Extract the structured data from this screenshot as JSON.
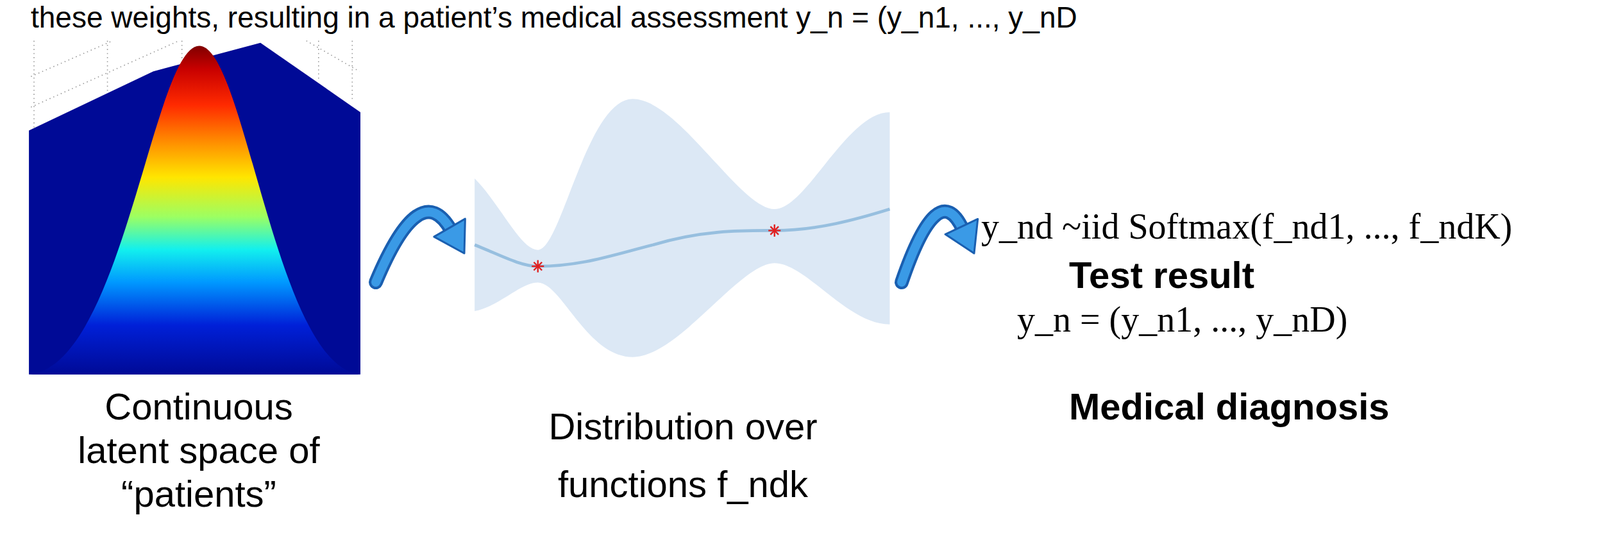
{
  "diagram": {
    "nodes": [
      {
        "text": [
          "Continuous latent space of “patients”"
        ]
      },
      {
        "text": [
          "Distribution over functions f_ndk"
        ]
      },
      {
        "text": [
          "y_nd ~iid Softmax(f_nd1, ..., f_ndK)",
          "Test result",
          "y_n = (y_n1, ..., y_nD)",
          "Medical diagnosis"
        ]
      }
    ],
    "edges": [
      {
        "from": 0,
        "to": 1,
        "arrow": "to"
      },
      {
        "from": 1,
        "to": 2,
        "arrow": "to"
      }
    ],
    "labels": [
      "these weights, resulting in a patient’s medical assessment y_n = (y_n1, ..., y_nD"
    ]
  }
}
